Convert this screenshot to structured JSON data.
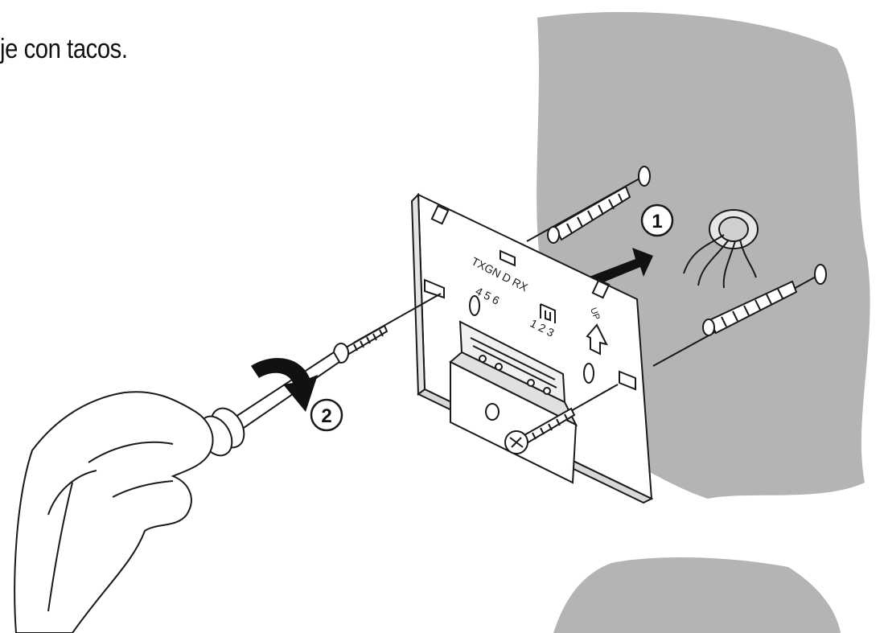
{
  "caption": "je con tacos.",
  "steps": {
    "step1": "1",
    "step2": "2"
  },
  "plate_labels": {
    "pins_top": "TXGN D RX",
    "pins_bottom": "4  5  6",
    "pins_right": "1  2  3",
    "up": "UP"
  },
  "colors": {
    "wall": "#b4b4b4",
    "line": "#1a1a1a",
    "plate": "#f2f2f2",
    "arrow": "#111111"
  }
}
